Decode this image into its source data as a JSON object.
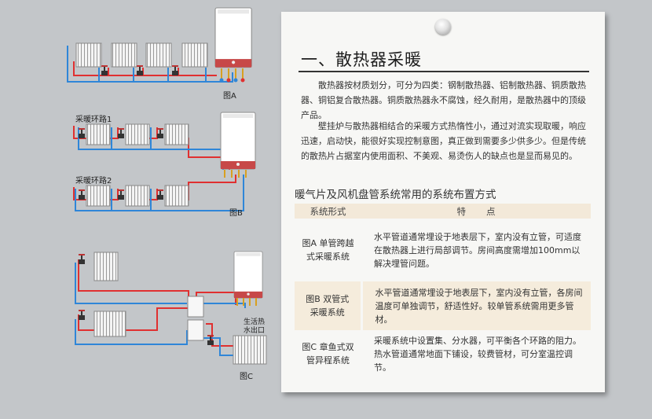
{
  "diagrams": {
    "figure_a": "图A",
    "figure_b": "图B",
    "figure_c": "图C",
    "loop_1": "采暖环路1",
    "loop_2": "采暖环路2",
    "hot_water_outlet_line1": "生活热",
    "hot_water_outlet_line2": "水出口"
  },
  "note": {
    "title": "一、散热器采暖",
    "paragraph1": "散热器按材质划分，可分为四类：钢制散热器、铝制散热器、铜质散热器、铜铝复合散热器。铜质散热器永不腐蚀，经久耐用，是散热器中的顶级产品。",
    "paragraph2": "壁挂炉与散热器相结合的采暖方式热惰性小，通过对流实现取暖，响应迅速，启动快，能很好实现控制意图，真正做到需要多少供多少。但是传统的散热片占据室内使用面积、不美观、易烫伤人的缺点也是显而易见的。",
    "subtitle": "暖气片及风机盘管系统常用的系统布置方式",
    "table": {
      "headers": [
        "系统形式",
        "特点"
      ],
      "rows": [
        {
          "system_line1": "图A 单管跨越",
          "system_line2": "式采暖系统",
          "feature": "水平管道通常埋设于地表层下，室内没有立管，可适度在散热器上进行局部调节。房间高度需增加100mm以解决埋管问题。"
        },
        {
          "system_line1": "图B 双管式",
          "system_line2": "采暖系统",
          "feature": "水平管道通常埋设于地表层下，室内没有立管，各房间温度可单独调节，舒适性好。较单管系统需用更多管材。"
        },
        {
          "system_line1": "图C 章鱼式双",
          "system_line2": "管异程系统",
          "feature": "采暖系统中设置集、分水器，可平衡各个环路的阻力。热水管道通常地面下铺设，较费管材，可分室温控调节。"
        }
      ]
    }
  },
  "colors": {
    "supply_pipe": "#e03030",
    "return_pipe": "#2f86d8",
    "background": "#c3c6c9"
  }
}
